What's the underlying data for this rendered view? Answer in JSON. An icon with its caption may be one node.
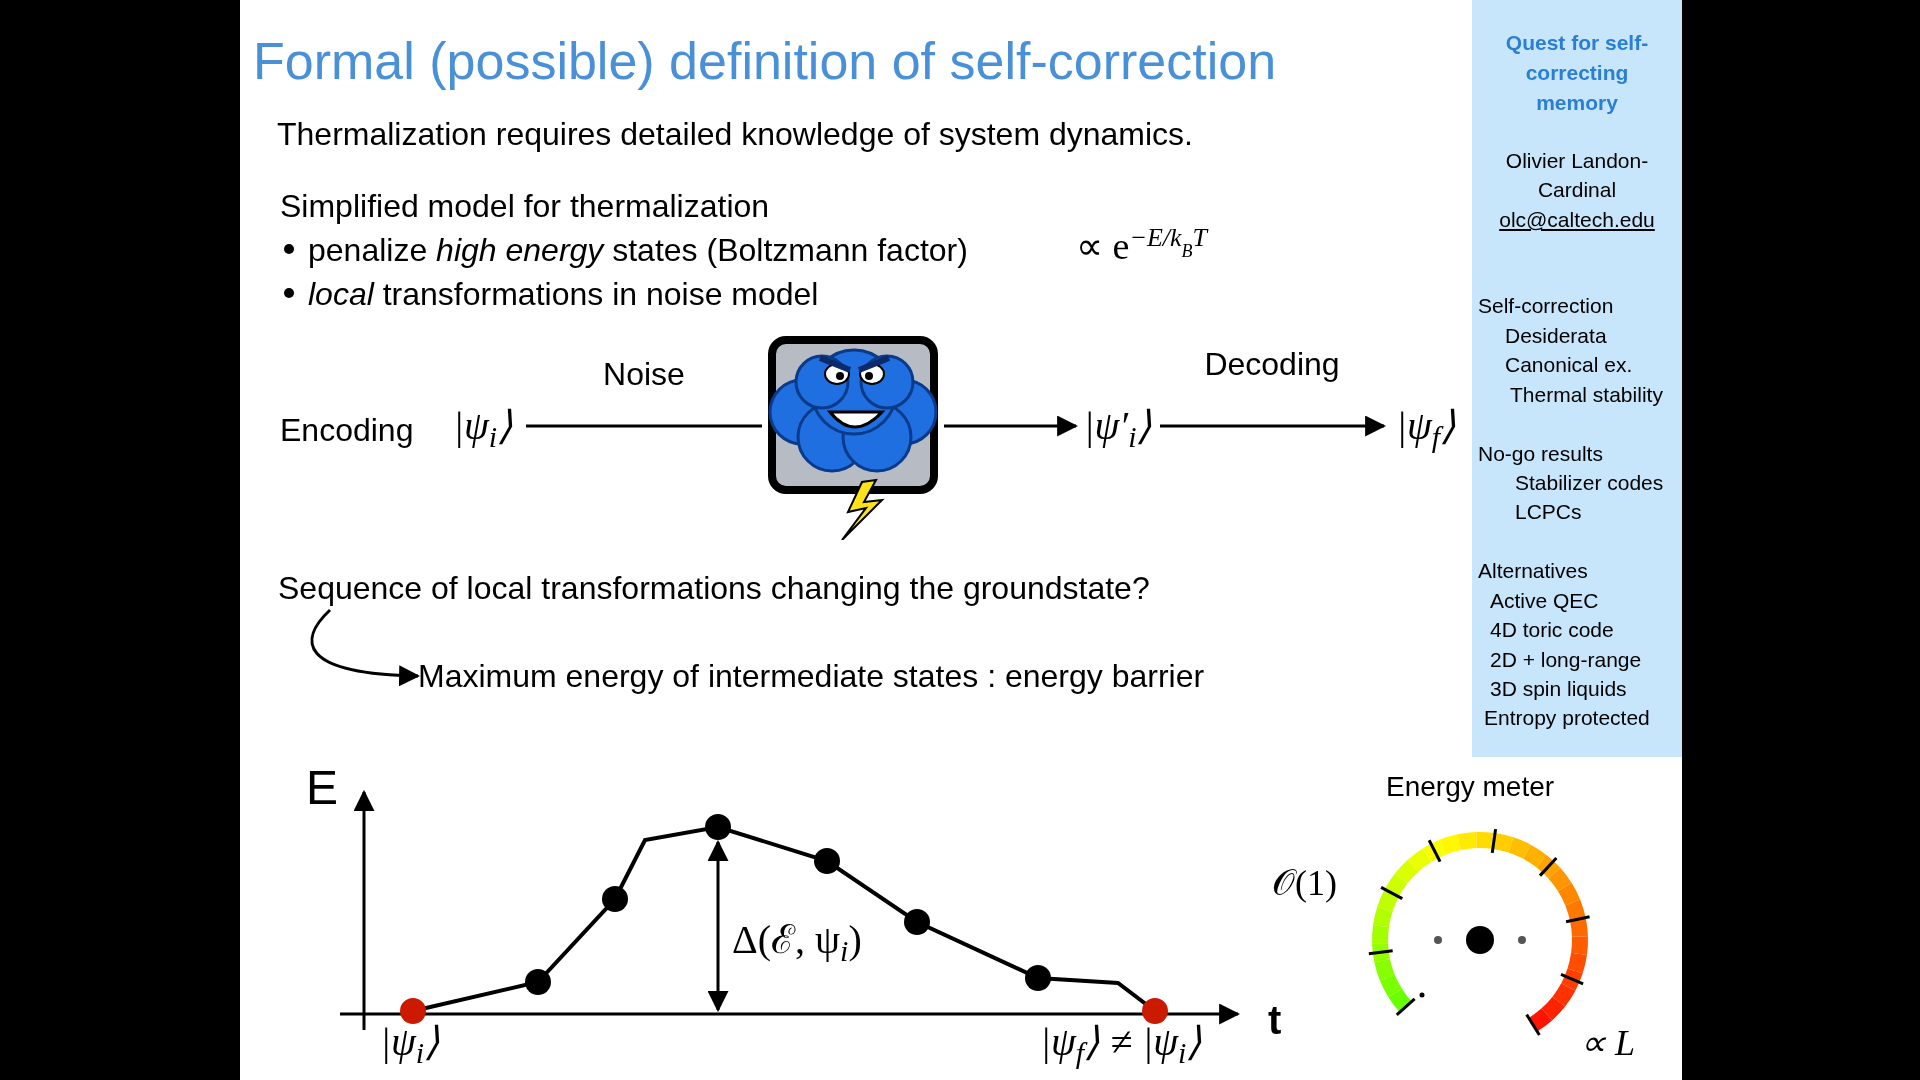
{
  "diagram": {
    "title": "Formal (possible) definition of self-correction",
    "nodes": [
      {
        "text": [
          "|ψ$_{i}$⟩"
        ],
        "beside": [
          "Encoding"
        ]
      },
      {
        "text": [],
        "shape": "picture"
      },
      {
        "text": [
          "|ψ′$_{i}$⟩"
        ]
      },
      {
        "text": [
          "|ψ$_{f}$⟩"
        ]
      },
      {
        "text": [
          "Sequence of local transformations changing the groundstate?"
        ]
      },
      {
        "text": [
          "Maximum energy of intermediate states : energy barrier"
        ]
      },
      {
        "text": [
          "Quest for self-correcting memory",
          "Olivier Landon-Cardinal",
          "olc@caltech.edu",
          "Self-correction",
          "Desiderata",
          "Canonical ex.",
          "Thermal stability",
          "No-go results",
          "Stabilizer codes",
          "LCPCs",
          "Alternatives",
          "Active QEC",
          "4D toric code",
          "2D + long-range",
          "3D spin liquids",
          "Entropy protected"
        ]
      }
    ],
    "edges": [
      {
        "from": 0,
        "to": 1,
        "arrow": "none",
        "label": "Noise"
      },
      {
        "from": 1,
        "to": 2,
        "arrow": "to"
      },
      {
        "from": 2,
        "to": 3,
        "arrow": "to",
        "label": "Decoding"
      },
      {
        "from": 4,
        "to": 5,
        "arrow": "to"
      }
    ],
    "labels": [
      "Thermalization requires detailed knowledge of system dynamics.",
      "Simplified model for thermalization",
      "penalize *high energy* states (Boltzmann factor)",
      "∝ e$^{−E/k}$$_{B}$$^{T}$",
      "*local* transformations in noise model",
      "E",
      "Δ(ℰ, ψ$_{i}$)",
      "|ψ$_{i}$⟩",
      "t",
      "|ψ$_{f}$⟩ ≠ |ψ$_{i}$⟩",
      "Energy meter",
      "𝒪(1)",
      "∝ L"
    ]
  }
}
